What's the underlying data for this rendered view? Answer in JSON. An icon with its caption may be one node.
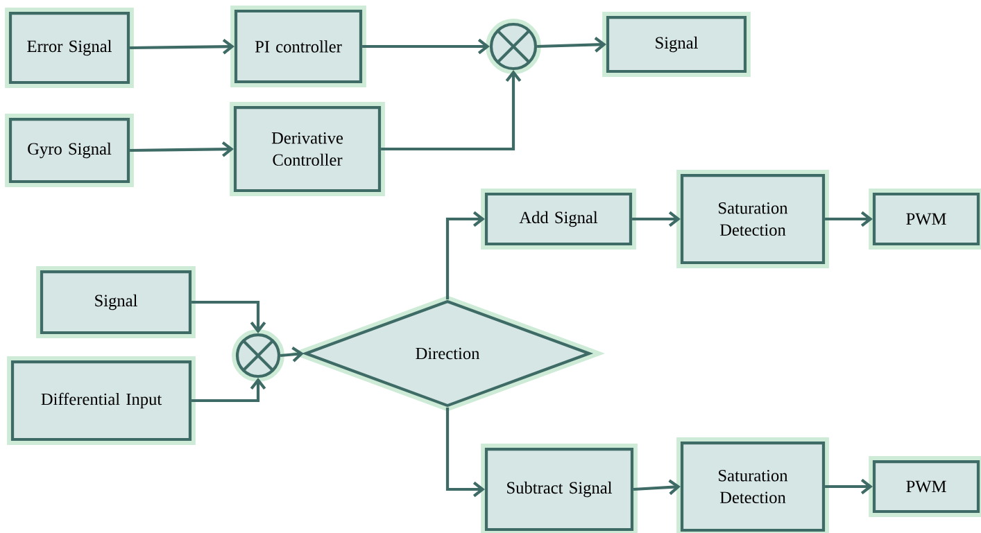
{
  "diagram": {
    "nodes": [
      {
        "text": [
          "Error Signal"
        ]
      },
      {
        "text": [
          "PI controller"
        ]
      },
      {
        "text": [],
        "shape": "circle"
      },
      {
        "text": [
          "Signal"
        ]
      },
      {
        "text": [
          "Gyro Signal"
        ]
      },
      {
        "text": [
          "Derivative Controller"
        ]
      },
      {
        "text": [
          "Add Signal"
        ]
      },
      {
        "text": [
          "Saturation Detection"
        ]
      },
      {
        "text": [
          "PWM"
        ]
      },
      {
        "text": [
          "Signal"
        ]
      },
      {
        "text": [
          "Differential Input"
        ]
      },
      {
        "text": [],
        "shape": "circle"
      },
      {
        "text": [
          "Direction"
        ]
      },
      {
        "text": [
          "Subtract Signal"
        ]
      },
      {
        "text": [
          "Saturation Detection"
        ]
      },
      {
        "text": [
          "PWM"
        ]
      }
    ],
    "edges": [
      {
        "from": 0,
        "to": 1,
        "arrow": "to"
      },
      {
        "from": 1,
        "to": 2,
        "arrow": "to"
      },
      {
        "from": 5,
        "to": 2,
        "arrow": "to"
      },
      {
        "from": 2,
        "to": 3,
        "arrow": "to"
      },
      {
        "from": 4,
        "to": 5,
        "arrow": "to"
      },
      {
        "from": 9,
        "to": 11,
        "arrow": "to"
      },
      {
        "from": 10,
        "to": 11,
        "arrow": "to"
      },
      {
        "from": 11,
        "to": 12,
        "arrow": "to"
      },
      {
        "from": 12,
        "to": 6,
        "arrow": "to"
      },
      {
        "from": 6,
        "to": 7,
        "arrow": "to"
      },
      {
        "from": 7,
        "to": 8,
        "arrow": "to"
      },
      {
        "from": 12,
        "to": 13,
        "arrow": "to"
      },
      {
        "from": 13,
        "to": 14,
        "arrow": "to"
      },
      {
        "from": 14,
        "to": 15,
        "arrow": "to"
      }
    ]
  }
}
